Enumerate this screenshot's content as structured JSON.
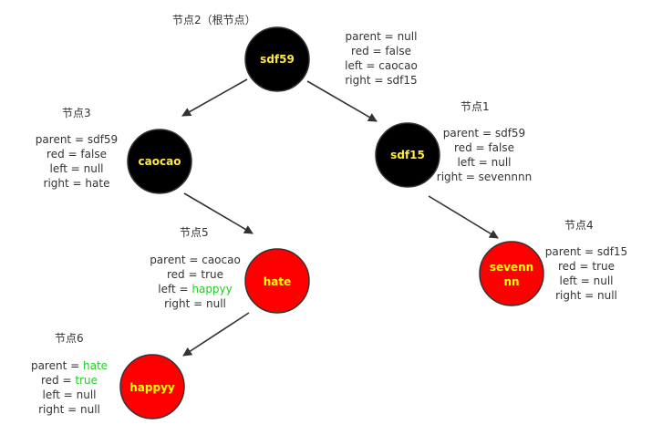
{
  "colors": {
    "black_node": "#000000",
    "red_node": "#ff0000",
    "black_node_text": "#ffeb3b",
    "red_node_text": "#ffff00",
    "highlight": "#22cc22",
    "edge": "#333333"
  },
  "nodes": {
    "n2": {
      "title": "节点2（根节点）",
      "key": "sdf59",
      "color": "black",
      "info": {
        "parent_prefix": "parent = ",
        "parent": "null",
        "red_prefix": "red = ",
        "red": "false",
        "left_prefix": "left = ",
        "left": "caocao",
        "right_prefix": "right = ",
        "right": "sdf15"
      }
    },
    "n1": {
      "title": "节点1",
      "key": "sdf15",
      "color": "black",
      "info": {
        "parent_prefix": "parent = ",
        "parent": "sdf59",
        "red_prefix": "red = ",
        "red": "false",
        "left_prefix": "left = ",
        "left": "null",
        "right_prefix": "right = ",
        "right": "sevennnn"
      }
    },
    "n3": {
      "title": "节点3",
      "key": "caocao",
      "color": "black",
      "info": {
        "parent_prefix": "parent = ",
        "parent": "sdf59",
        "red_prefix": "red = ",
        "red": "false",
        "left_prefix": "left = ",
        "left": "null",
        "right_prefix": "right = ",
        "right": "hate"
      }
    },
    "n4": {
      "title": "节点4",
      "key_line1": "sevenn",
      "key_line2": "nn",
      "color": "red",
      "info": {
        "parent_prefix": "parent = ",
        "parent": "sdf15",
        "red_prefix": "red = ",
        "red": "true",
        "left_prefix": "left = ",
        "left": "null",
        "right_prefix": "right = ",
        "right": "null"
      }
    },
    "n5": {
      "title": "节点5",
      "key": "hate",
      "color": "red",
      "info": {
        "parent_prefix": "parent = ",
        "parent": "caocao",
        "red_prefix": "red = ",
        "red": "true",
        "left_prefix": "left = ",
        "left": "happyy",
        "right_prefix": "right = ",
        "right": "null"
      }
    },
    "n6": {
      "title": "节点6",
      "key": "happyy",
      "color": "red",
      "info": {
        "parent_prefix": "parent = ",
        "parent": "hate",
        "red_prefix": "red = ",
        "red": "true",
        "left_prefix": "left = ",
        "left": "null",
        "right_prefix": "right = ",
        "right": "null"
      }
    }
  }
}
